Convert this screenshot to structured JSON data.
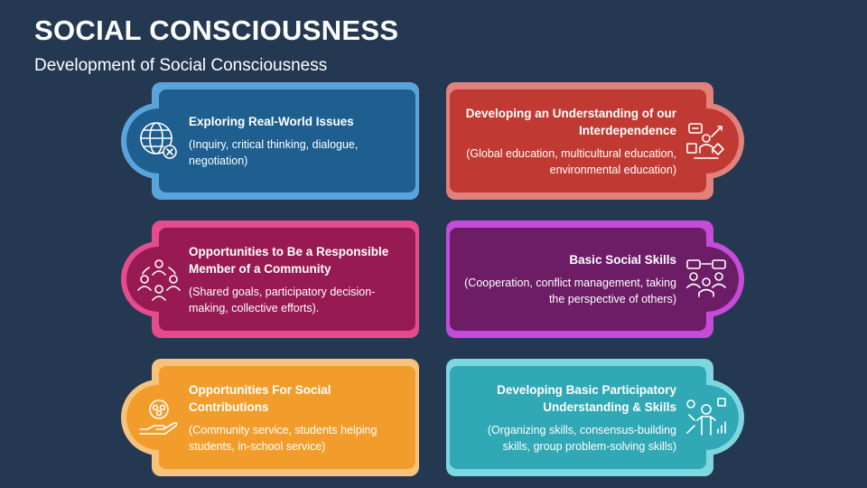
{
  "title": "SOCIAL CONSCIOUSNESS",
  "subtitle": "Development of Social Consciousness",
  "cards": [
    {
      "heading": "Exploring Real-World Issues",
      "desc": "(Inquiry, critical thinking, dialogue, negotiation)",
      "icon": "globe-icon",
      "outer_color": "#5aa4dc",
      "inner_color": "#1f5f8f"
    },
    {
      "heading": "Developing an Understanding of our Interdependence",
      "desc": "(Global education, multicultural education, environmental education)",
      "icon": "interdependence-icon",
      "outer_color": "#e2817a",
      "inner_color": "#c03a33"
    },
    {
      "heading": "Opportunities to Be a Responsible Member of a Community",
      "desc": "(Shared goals, participatory decision-making, collective efforts).",
      "icon": "community-icon",
      "outer_color": "#e54b8d",
      "inner_color": "#981a52"
    },
    {
      "heading": "Basic Social Skills",
      "desc": "(Cooperation, conflict management, taking the perspective of others)",
      "icon": "social-skills-icon",
      "outer_color": "#c54bd9",
      "inner_color": "#6d1c66"
    },
    {
      "heading": "Opportunities For Social Contributions",
      "desc": "(Community service, students helping students, in-school service)",
      "icon": "helping-hand-icon",
      "outer_color": "#f6c27c",
      "inner_color": "#f29d2b"
    },
    {
      "heading": "Developing Basic Participatory Understanding & Skills",
      "desc": "(Organizing skills, consensus-building skills, group problem-solving skills)",
      "icon": "participation-icon",
      "outer_color": "#7ed6e0",
      "inner_color": "#30a8b6"
    }
  ]
}
